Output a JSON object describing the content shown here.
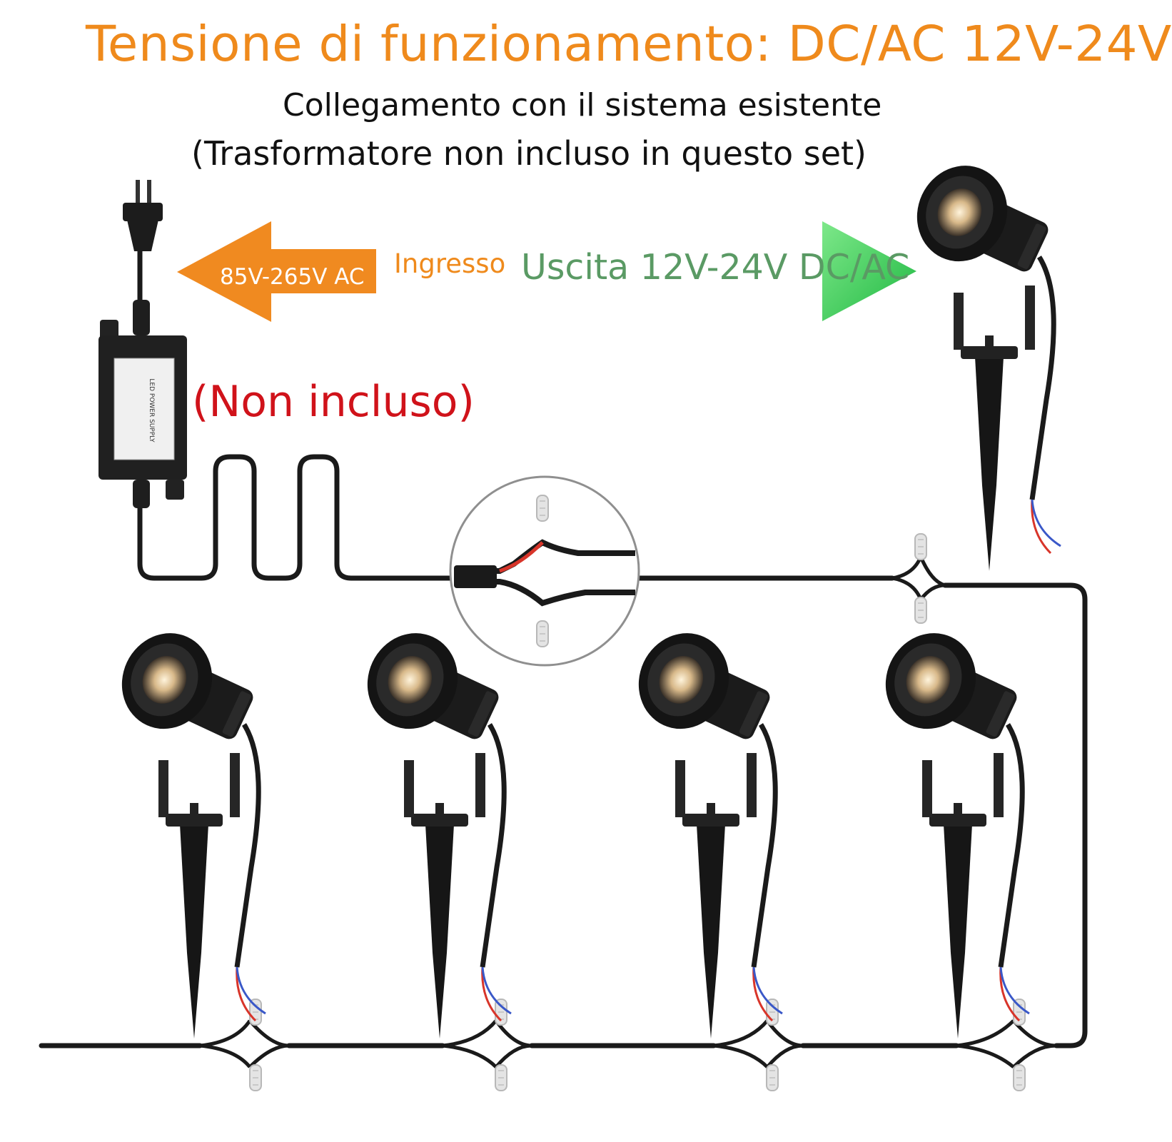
{
  "title": "Tensione di funzionamento: DC/AC 12V-24V",
  "subtitle_line1": "Collegamento con il sistema esistente",
  "subtitle_line2": "(Trasformatore non incluso in questo set)",
  "input_arrow_label": "85V-265V AC",
  "input_label": "Ingresso",
  "output_label": "Uscita 12V-24V DC/AC",
  "not_included_label": "(Non incluso)",
  "power_supply_label": "LED POWER SUPPLY",
  "colors": {
    "title": "#ef8a1c",
    "input_arrow": "#f08a20",
    "output_arrow": "#3cc45a",
    "output_text": "#5a9a64",
    "not_included": "#d0121a",
    "wire": "#1a1a1a",
    "wire_red": "#d8352a",
    "wire_blue": "#3a58c8"
  },
  "lights": [
    {
      "name": "spotlight-top-right"
    },
    {
      "name": "spotlight-1"
    },
    {
      "name": "spotlight-2"
    },
    {
      "name": "spotlight-3"
    },
    {
      "name": "spotlight-4"
    }
  ]
}
